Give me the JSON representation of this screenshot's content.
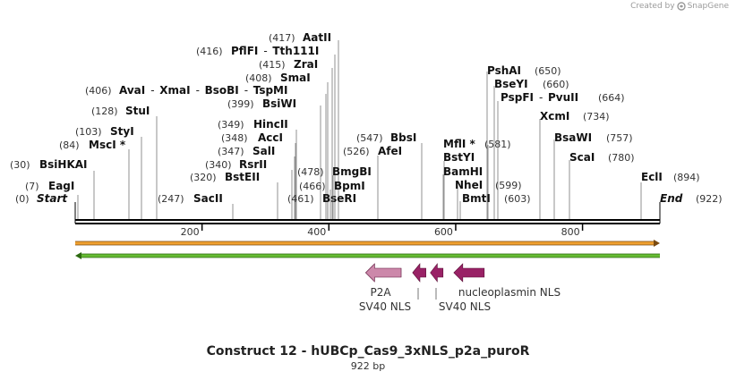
{
  "credit": {
    "prefix": "Created by",
    "brand": "SnapGene",
    "icon": "snapgene-logo-icon"
  },
  "title": "Construct 12 - hUBCp_Cas9_3xNLS_p2a_puroR",
  "subtitle": "922 bp",
  "map": {
    "length": 922,
    "ticks": [
      "200",
      "400",
      "600",
      "800"
    ],
    "start_label": "Start",
    "start_pos": "(0)",
    "end_label": "End",
    "end_pos": "(922)",
    "colors": {
      "forward_strand": "#f0a030",
      "reverse_strand": "#66bb33",
      "feature_light": "#cc88aa",
      "feature_dark": "#992266"
    }
  },
  "sites": [
    {
      "pos": "(7)",
      "names": [
        "EagI"
      ]
    },
    {
      "pos": "(30)",
      "names": [
        "BsiHKAI"
      ]
    },
    {
      "pos": "(84)",
      "names": [
        "MscI *"
      ]
    },
    {
      "pos": "(103)",
      "names": [
        "StyI"
      ]
    },
    {
      "pos": "(128)",
      "names": [
        "StuI"
      ]
    },
    {
      "pos": "(247)",
      "names": [
        "SacII"
      ]
    },
    {
      "pos": "(320)",
      "names": [
        "BstEII"
      ]
    },
    {
      "pos": "(340)",
      "names": [
        "RsrII"
      ]
    },
    {
      "pos": "(347)",
      "names": [
        "SalI"
      ]
    },
    {
      "pos": "(348)",
      "names": [
        "AccI"
      ]
    },
    {
      "pos": "(349)",
      "names": [
        "HincII"
      ]
    },
    {
      "pos": "(399)",
      "names": [
        "BsiWI"
      ]
    },
    {
      "pos": "(406)",
      "names": [
        "AvaI",
        "XmaI",
        "BsoBI",
        "TspMI"
      ]
    },
    {
      "pos": "(408)",
      "names": [
        "SmaI"
      ]
    },
    {
      "pos": "(415)",
      "names": [
        "ZraI"
      ]
    },
    {
      "pos": "(416)",
      "names": [
        "PflFI",
        "Tth111I"
      ]
    },
    {
      "pos": "(417)",
      "names": [
        "AatII"
      ]
    },
    {
      "pos": "(461)",
      "names": [
        "BseRI"
      ]
    },
    {
      "pos": "(466)",
      "names": [
        "BpmI"
      ]
    },
    {
      "pos": "(478)",
      "names": [
        "BmgBI"
      ]
    },
    {
      "pos": "(526)",
      "names": [
        "AfeI"
      ]
    },
    {
      "pos": "(547)",
      "names": [
        "BbsI"
      ]
    },
    {
      "pos": "",
      "names": [
        "BstYI"
      ]
    },
    {
      "pos": "",
      "names": [
        "BamHI"
      ]
    },
    {
      "pos": "(581)",
      "names": [
        "MflI *"
      ]
    },
    {
      "pos": "(599)",
      "names": [
        "NheI"
      ]
    },
    {
      "pos": "(603)",
      "names": [
        "BmtI"
      ]
    },
    {
      "pos": "(650)",
      "names": [
        "PshAI"
      ]
    },
    {
      "pos": "(660)",
      "names": [
        "BseYI"
      ]
    },
    {
      "pos": "(664)",
      "names": [
        "PspFI",
        "PvuII"
      ]
    },
    {
      "pos": "(734)",
      "names": [
        "XcmI"
      ]
    },
    {
      "pos": "(757)",
      "names": [
        "BsaWI"
      ]
    },
    {
      "pos": "(780)",
      "names": [
        "ScaI"
      ]
    },
    {
      "pos": "(894)",
      "names": [
        "EclI"
      ]
    }
  ],
  "features": [
    {
      "name": "P2A",
      "range": [
        458,
        514
      ],
      "direction": "reverse",
      "color": "light"
    },
    {
      "name": "SV40 NLS",
      "range": [
        532,
        553
      ],
      "direction": "reverse",
      "color": "dark"
    },
    {
      "name": "SV40 NLS",
      "range": [
        560,
        580
      ],
      "direction": "reverse",
      "color": "dark"
    },
    {
      "name": "nucleoplasmin NLS",
      "range": [
        597,
        645
      ],
      "direction": "reverse",
      "color": "dark"
    }
  ]
}
